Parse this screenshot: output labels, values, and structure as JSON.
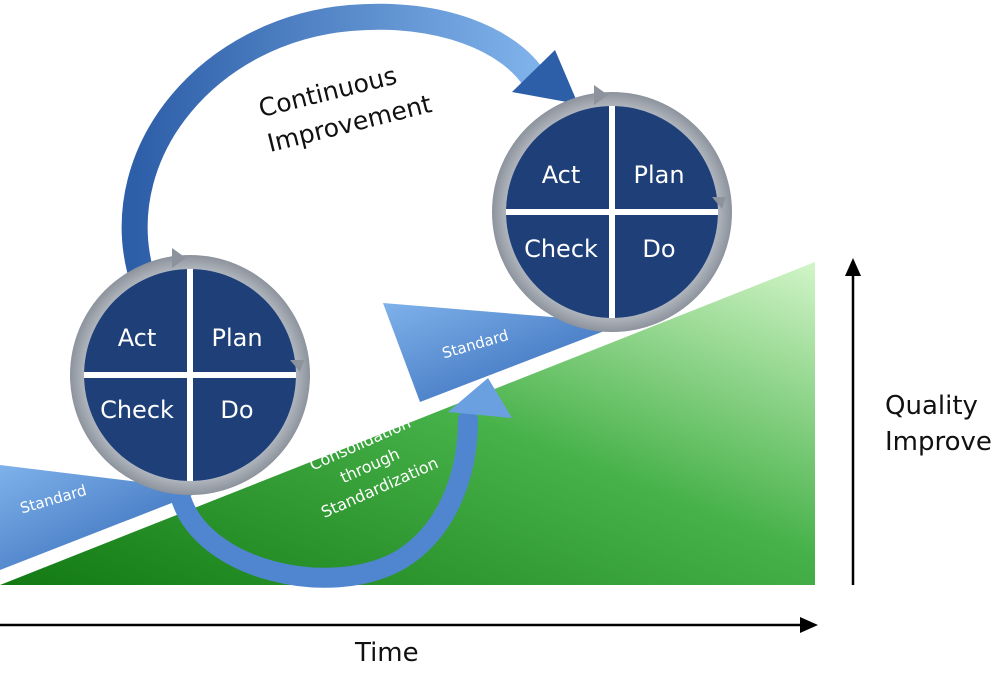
{
  "diagram": {
    "axis_y_label": [
      "Quality",
      "Improve"
    ],
    "axis_x_label": "Time",
    "continuous_improvement": [
      "Continuous",
      "Improvement"
    ],
    "consolidation": [
      "Consolidation",
      "through",
      "Standardization"
    ],
    "standard_lower": "Standard",
    "standard_upper": "Standard",
    "cycle_lower": {
      "act": "Act",
      "plan": "Plan",
      "check": "Check",
      "do": "Do"
    },
    "cycle_upper": {
      "act": "Act",
      "plan": "Plan",
      "check": "Check",
      "do": "Do"
    },
    "colors": {
      "green_dark": "#1a8a1a",
      "green_light": "#c8f0c0",
      "blue_wedge": "#3a77c9",
      "cycle_fill": "#1f3f78",
      "cycle_ring": "#a9aeb8"
    }
  }
}
